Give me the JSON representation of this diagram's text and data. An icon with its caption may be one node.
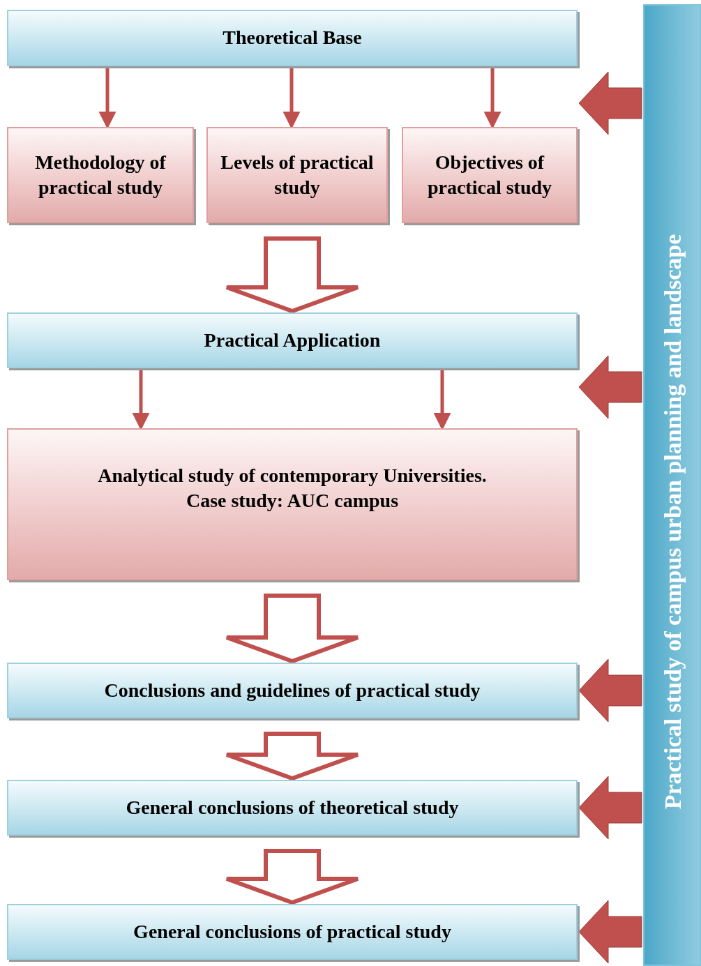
{
  "diagram": {
    "nodes": [
      {
        "text": [
          "Theoretical Base"
        ]
      },
      {
        "text": [
          "Methodology of practical study"
        ]
      },
      {
        "text": [
          "Levels of practical study"
        ]
      },
      {
        "text": [
          "Objectives of practical study"
        ]
      },
      {
        "text": [
          "Practical Application"
        ]
      },
      {
        "text": [
          "Analytical study of contemporary Universities.",
          "Case study: AUC campus"
        ]
      },
      {
        "text": [
          "Conclusions and guidelines of practical study"
        ]
      },
      {
        "text": [
          "General conclusions of theoretical study"
        ]
      },
      {
        "text": [
          "General conclusions of practical study"
        ]
      },
      {
        "text": [
          "Practical study of campus urban planning and landscape"
        ]
      }
    ],
    "edges": [
      {
        "from": 0,
        "to": 1,
        "arrow": "to"
      },
      {
        "from": 0,
        "to": 2,
        "arrow": "to"
      },
      {
        "from": 0,
        "to": 3,
        "arrow": "to"
      },
      {
        "from": 2,
        "to": 4,
        "arrow": "to",
        "style": "thick"
      },
      {
        "from": 4,
        "to": 5,
        "arrow": "to"
      },
      {
        "from": 4,
        "to": 5,
        "arrow": "to"
      },
      {
        "from": 5,
        "to": 6,
        "arrow": "to",
        "style": "thick"
      },
      {
        "from": 6,
        "to": 7,
        "arrow": "to",
        "style": "thick"
      },
      {
        "from": 7,
        "to": 8,
        "arrow": "to",
        "style": "thick"
      },
      {
        "from": 9,
        "to": 3,
        "arrow": "to",
        "style": "thick"
      },
      {
        "from": 9,
        "to": 4,
        "arrow": "to",
        "style": "thick"
      },
      {
        "from": 9,
        "to": 6,
        "arrow": "to",
        "style": "thick"
      },
      {
        "from": 9,
        "to": 7,
        "arrow": "to",
        "style": "thick"
      },
      {
        "from": 9,
        "to": 8,
        "arrow": "to",
        "style": "thick"
      }
    ]
  }
}
